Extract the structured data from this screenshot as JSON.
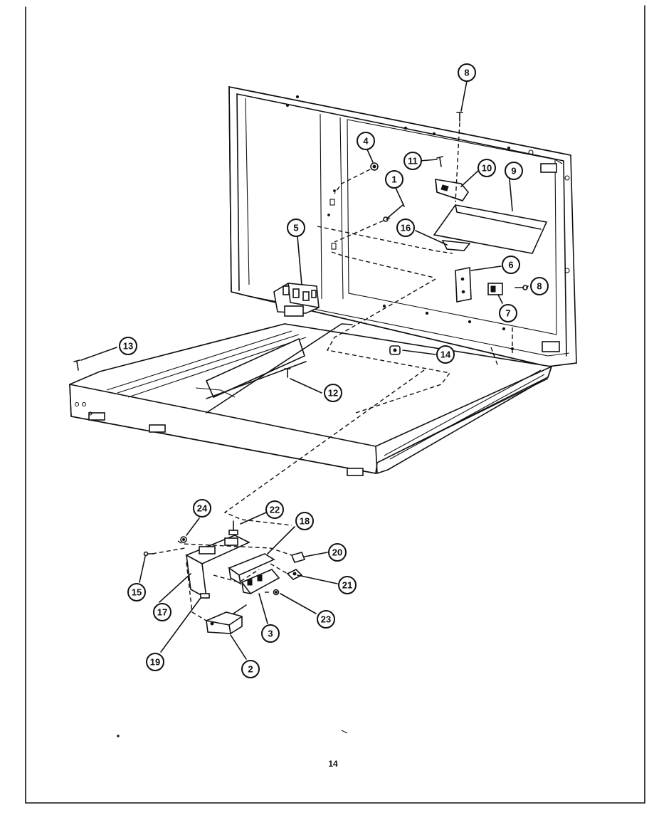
{
  "page_number": "14",
  "callouts": [
    "1",
    "2",
    "3",
    "4",
    "5",
    "6",
    "7",
    "8",
    "9",
    "10",
    "11",
    "12",
    "13",
    "14",
    "15",
    "16",
    "17",
    "18",
    "19",
    "20",
    "21",
    "22",
    "23",
    "24"
  ],
  "labels": {
    "c1": "1",
    "c2": "2",
    "c3": "3",
    "c4": "4",
    "c5": "5",
    "c6": "6",
    "c7": "7",
    "c8a": "8",
    "c8b": "8",
    "c9": "9",
    "c10": "10",
    "c11": "11",
    "c12": "12",
    "c13": "13",
    "c14": "14",
    "c15": "15",
    "c16": "16",
    "c17": "17",
    "c18": "18",
    "c19": "19",
    "c20": "20",
    "c21": "21",
    "c22": "22",
    "c23": "23",
    "c24": "24"
  }
}
